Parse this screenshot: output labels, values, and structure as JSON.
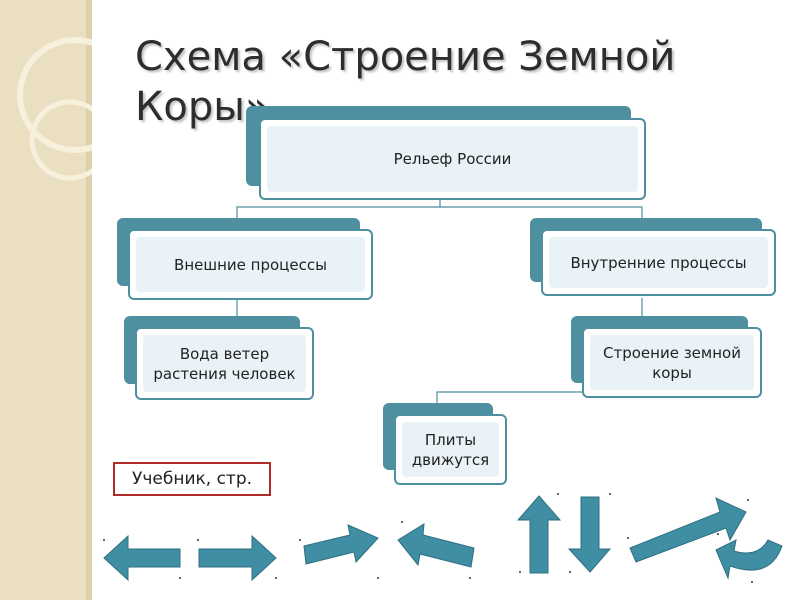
{
  "slide": {
    "title": "Схема «Строение Земной Коры»",
    "textbook_label": "Учебник, стр."
  },
  "diagram": {
    "nodes": {
      "root": "Рельеф России",
      "external": "Внешние процессы",
      "internal": "Внутренние процессы",
      "external_factors": "Вода ветер растения человек",
      "crust_structure": "Строение земной коры",
      "plates": "Плиты движутся"
    },
    "edges": [
      [
        "root",
        "external"
      ],
      [
        "root",
        "internal"
      ],
      [
        "external",
        "external_factors"
      ],
      [
        "internal",
        "crust_structure"
      ],
      [
        "crust_structure",
        "plates"
      ]
    ]
  },
  "arrow_icons": [
    "arrow-left-icon",
    "arrow-right-icon",
    "arrow-up-right-icon",
    "arrow-up-left-icon",
    "arrow-up-icon",
    "arrow-down-icon",
    "arrow-diagonal-up-right-icon",
    "arrow-u-turn-icon"
  ],
  "colors": {
    "node_border": "#4e8fa0",
    "node_fill": "#e9f2f6",
    "arrow_fill": "#3f8ea3",
    "textbook_border": "#b02a2a",
    "side_band": "#eadfc0"
  }
}
